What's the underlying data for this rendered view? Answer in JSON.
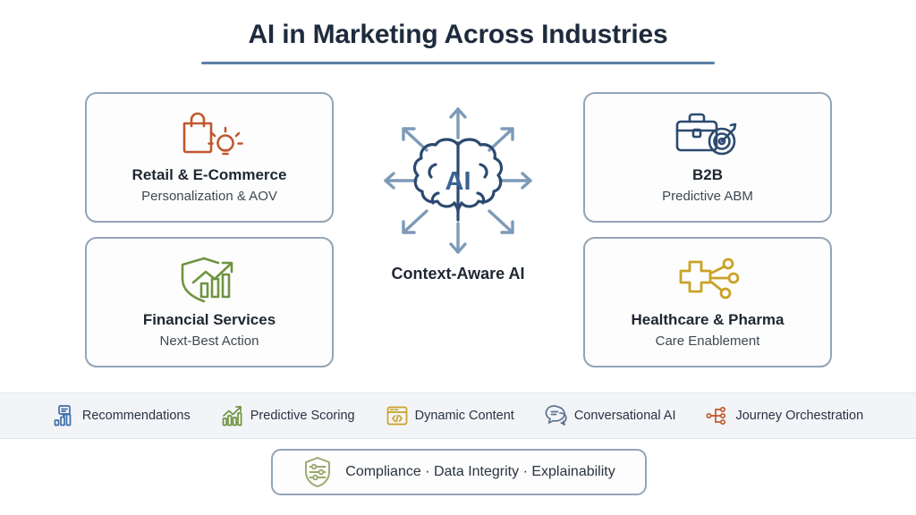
{
  "header": {
    "title": "AI in Marketing Across Industries"
  },
  "hub": {
    "icon": "brain-icon",
    "badge_text": "AI",
    "label": "Context-Aware AI"
  },
  "cards": [
    {
      "id": "retail",
      "icon": "shopping-bag-lightbulb-icon",
      "title": "Retail & E-Commerce",
      "subtitle": "Personalization & AOV",
      "accent": "#c0582e"
    },
    {
      "id": "b2b",
      "icon": "briefcase-target-icon",
      "title": "B2B",
      "subtitle": "Predictive ABM",
      "accent": "#2c4a70"
    },
    {
      "id": "financial",
      "icon": "shield-growth-chart-icon",
      "title": "Financial Services",
      "subtitle": "Next-Best Action",
      "accent": "#6f9440"
    },
    {
      "id": "healthcare",
      "icon": "medical-cross-network-icon",
      "title": "Healthcare & Pharma",
      "subtitle": "Care Enablement",
      "accent": "#c9a227"
    }
  ],
  "capabilities": [
    {
      "id": "recommendations",
      "icon": "recommendations-chart-icon",
      "label": "Recommendations",
      "accent": "#3d6ea8"
    },
    {
      "id": "predictive-scoring",
      "icon": "growth-chart-arrow-icon",
      "label": "Predictive Scoring",
      "accent": "#6f9440"
    },
    {
      "id": "dynamic-content",
      "icon": "browser-code-icon",
      "label": "Dynamic Content",
      "accent": "#c9a227"
    },
    {
      "id": "conversational-ai",
      "icon": "chat-bubbles-icon",
      "label": "Conversational AI",
      "accent": "#5b7390"
    },
    {
      "id": "journey-orchestration",
      "icon": "node-tree-icon",
      "label": "Journey Orchestration",
      "accent": "#c0582e"
    }
  ],
  "governance": {
    "icon": "shield-sliders-icon",
    "label": "Compliance · Data Integrity · Explainability",
    "accent": "#9aa86b"
  },
  "colors": {
    "title": "#1e2b3d",
    "underline": "#5b7fa6",
    "card_border": "#93a4b5",
    "bar_background": "#f2f4f7",
    "hub_brain": "#2c4a70",
    "hub_arrows": "#7d9ab8"
  }
}
